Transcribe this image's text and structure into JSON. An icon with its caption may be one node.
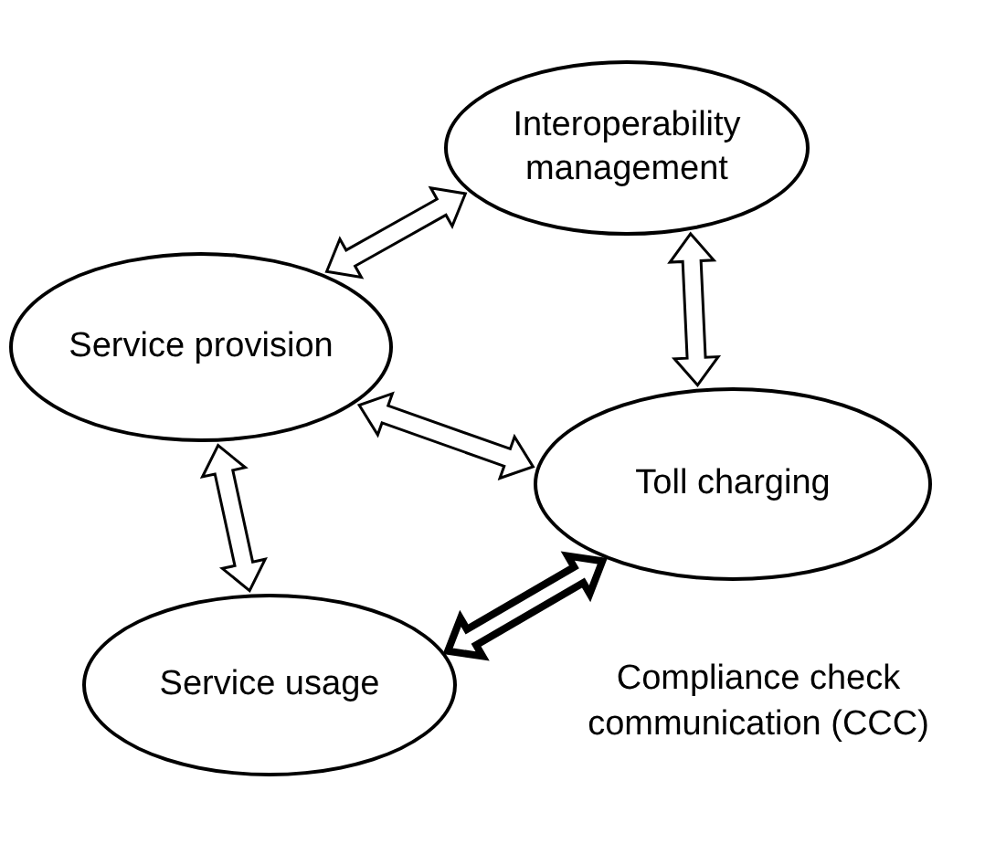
{
  "diagram": {
    "nodes": [
      {
        "text": [
          "Interoperability management"
        ]
      },
      {
        "text": [
          "Service provision"
        ]
      },
      {
        "text": [
          "Toll charging"
        ]
      },
      {
        "text": [
          "Service usage"
        ]
      }
    ],
    "edges": [
      {
        "from": 1,
        "to": 0,
        "arrow": "both"
      },
      {
        "from": 0,
        "to": 2,
        "arrow": "both"
      },
      {
        "from": 1,
        "to": 2,
        "arrow": "both"
      },
      {
        "from": 1,
        "to": 3,
        "arrow": "both"
      },
      {
        "from": 3,
        "to": 2,
        "arrow": "both",
        "style": "thick",
        "label": "Compliance check communication (CCC)"
      }
    ]
  }
}
